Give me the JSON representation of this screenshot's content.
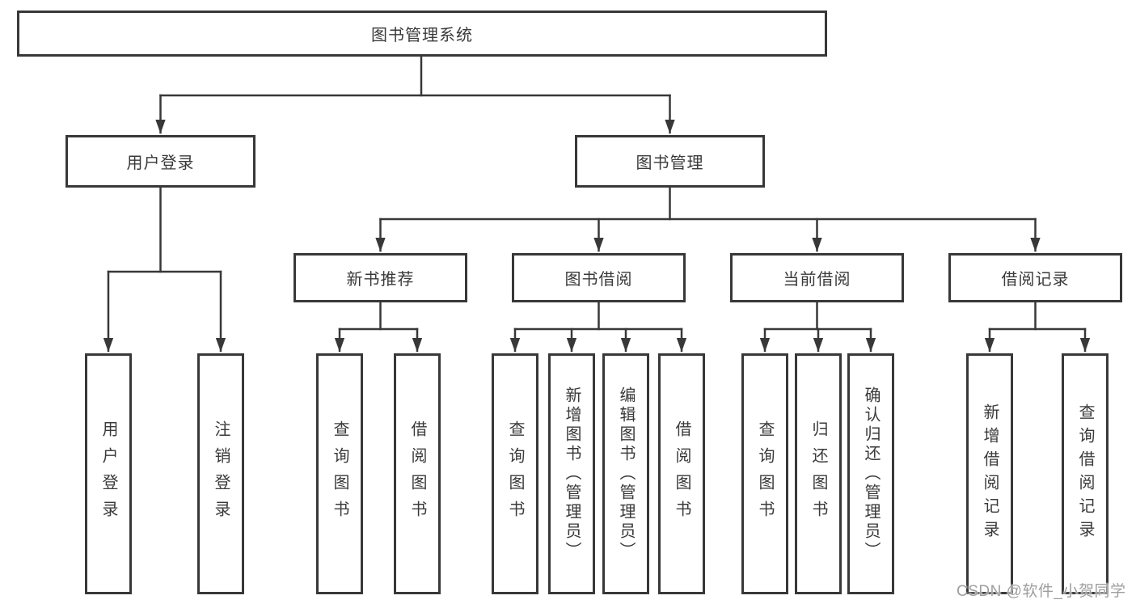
{
  "diagram_title": "图书管理系统",
  "tree": {
    "root": {
      "label": "图书管理系统"
    },
    "branches": [
      {
        "label": "用户登录",
        "children": [
          {
            "label": "用户登录"
          },
          {
            "label": "注销登录"
          }
        ]
      },
      {
        "label": "图书管理",
        "children": [
          {
            "label": "新书推荐",
            "children": [
              {
                "label": "查询图书"
              },
              {
                "label": "借阅图书"
              }
            ]
          },
          {
            "label": "图书借阅",
            "children": [
              {
                "label": "查询图书"
              },
              {
                "label": "新增图书（管理员）"
              },
              {
                "label": "编辑图书（管理员）"
              },
              {
                "label": "借阅图书"
              }
            ]
          },
          {
            "label": "当前借阅",
            "children": [
              {
                "label": "查询图书"
              },
              {
                "label": "归还图书"
              },
              {
                "label": "确认归还（管理员）"
              }
            ]
          },
          {
            "label": "借阅记录",
            "children": [
              {
                "label": "新增借阅记录"
              },
              {
                "label": "查询借阅记录"
              }
            ]
          }
        ]
      }
    ]
  },
  "watermark": {
    "text": "CSDN @软件_小贺同学"
  },
  "colors": {
    "line": "#383838",
    "text": "#3a3a3a",
    "background": "#ffffff",
    "watermark": "#9e9e9e"
  }
}
